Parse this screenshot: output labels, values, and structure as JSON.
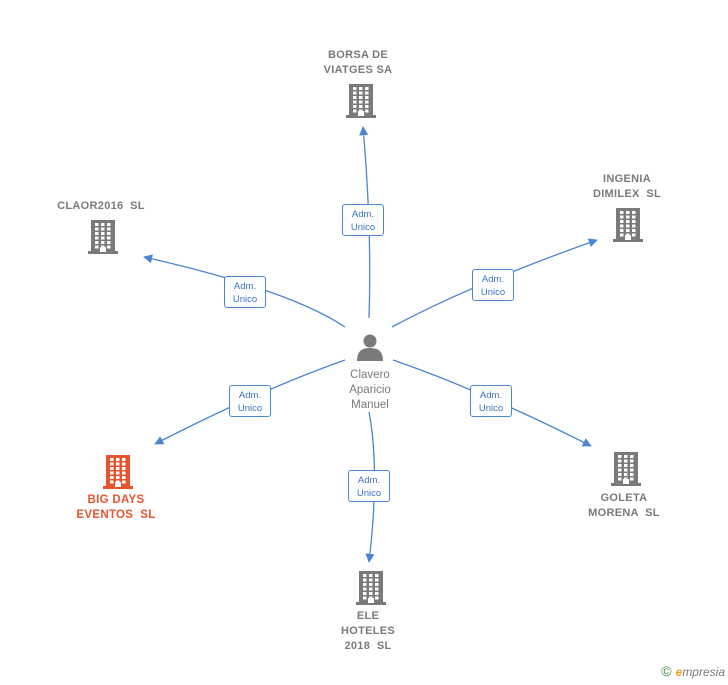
{
  "center": {
    "name_lines": [
      "Clavero",
      "Aparicio",
      "Manuel"
    ],
    "icon": "person-icon"
  },
  "companies": [
    {
      "id": "borsa",
      "lines": [
        "BORSA DE",
        "VIATGES SA"
      ],
      "icon": "building-icon",
      "focus": false
    },
    {
      "id": "ingenia",
      "lines": [
        "INGENIA",
        "DIMILEX  SL"
      ],
      "icon": "building-icon",
      "focus": false
    },
    {
      "id": "claor",
      "lines": [
        "CLAOR2016  SL"
      ],
      "icon": "building-icon",
      "focus": false
    },
    {
      "id": "bigdays",
      "lines": [
        "BIG DAYS",
        "EVENTOS  SL"
      ],
      "icon": "building-icon",
      "focus": true
    },
    {
      "id": "goleta",
      "lines": [
        "GOLETA",
        "MORENA  SL"
      ],
      "icon": "building-icon",
      "focus": false
    },
    {
      "id": "ele",
      "lines": [
        "ELE",
        "HOTELES",
        "2018  SL"
      ],
      "icon": "building-icon",
      "focus": false
    }
  ],
  "edges": [
    {
      "to": "borsa",
      "line1": "Adm.",
      "line2": "Unico"
    },
    {
      "to": "ingenia",
      "line1": "Adm.",
      "line2": "Unico"
    },
    {
      "to": "claor",
      "line1": "Adm.",
      "line2": "Unico"
    },
    {
      "to": "bigdays",
      "line1": "Adm.",
      "line2": "Unico"
    },
    {
      "to": "goleta",
      "line1": "Adm.",
      "line2": "Unico"
    },
    {
      "to": "ele",
      "line1": "Adm.",
      "line2": "Unico"
    }
  ],
  "colors": {
    "edge": "#4a86d4",
    "building": "#7a7a7a",
    "building_focus": "#e8552d",
    "person": "#7a7a7a"
  },
  "footer": {
    "copyright": "©",
    "brand_first": "e",
    "brand_rest": "mpresia"
  }
}
